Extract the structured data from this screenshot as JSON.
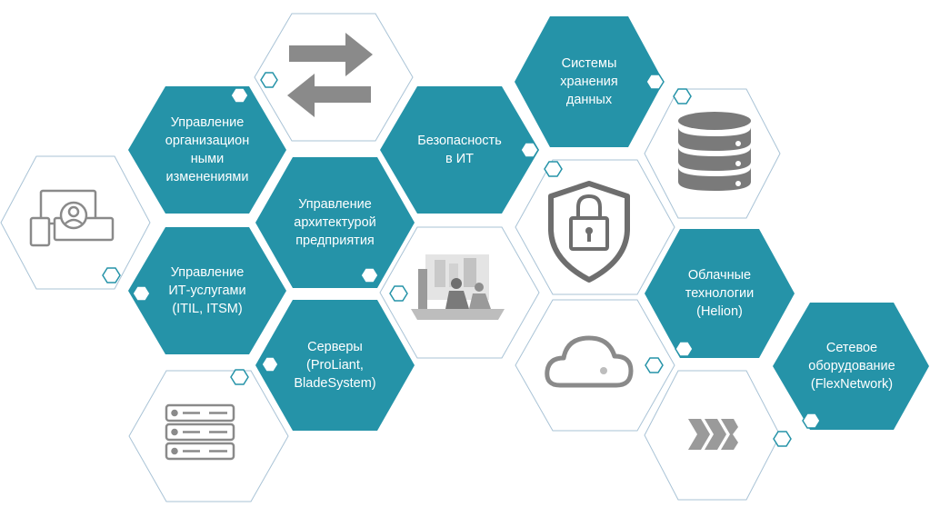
{
  "colors": {
    "teal": "#2593a8",
    "outline": "#a9c3d6",
    "icon_gray": "#8a8a8a",
    "text": "#ffffff"
  },
  "hexes": {
    "change_management": {
      "label": "Управление\nорганизацион\nными\nизменениями"
    },
    "enterprise_architecture": {
      "label": "Управление\nархитектурой\nпредприятия"
    },
    "it_services": {
      "label": "Управление\nИТ-услугами\n(ITIL, ITSM)"
    },
    "servers": {
      "label": "Серверы\n(ProLiant,\nBladeSystem)"
    },
    "it_security": {
      "label": "Безопасность\nв ИТ"
    },
    "storage": {
      "label": "Системы\nхранения\nданных"
    },
    "cloud": {
      "label": "Облачные\nтехнологии\n(Helion)"
    },
    "network": {
      "label": "Сетевое\nоборудование\n(FlexNetwork)"
    }
  },
  "icons": {
    "transfer": "transfer-arrows-icon",
    "devices": "devices-user-icon",
    "server_rack": "server-rack-icon",
    "laptop_people": "laptop-people-icon",
    "shield_lock": "shield-lock-icon",
    "database": "database-icon",
    "cloud": "cloud-icon",
    "x_logo": "x-logo-icon"
  }
}
